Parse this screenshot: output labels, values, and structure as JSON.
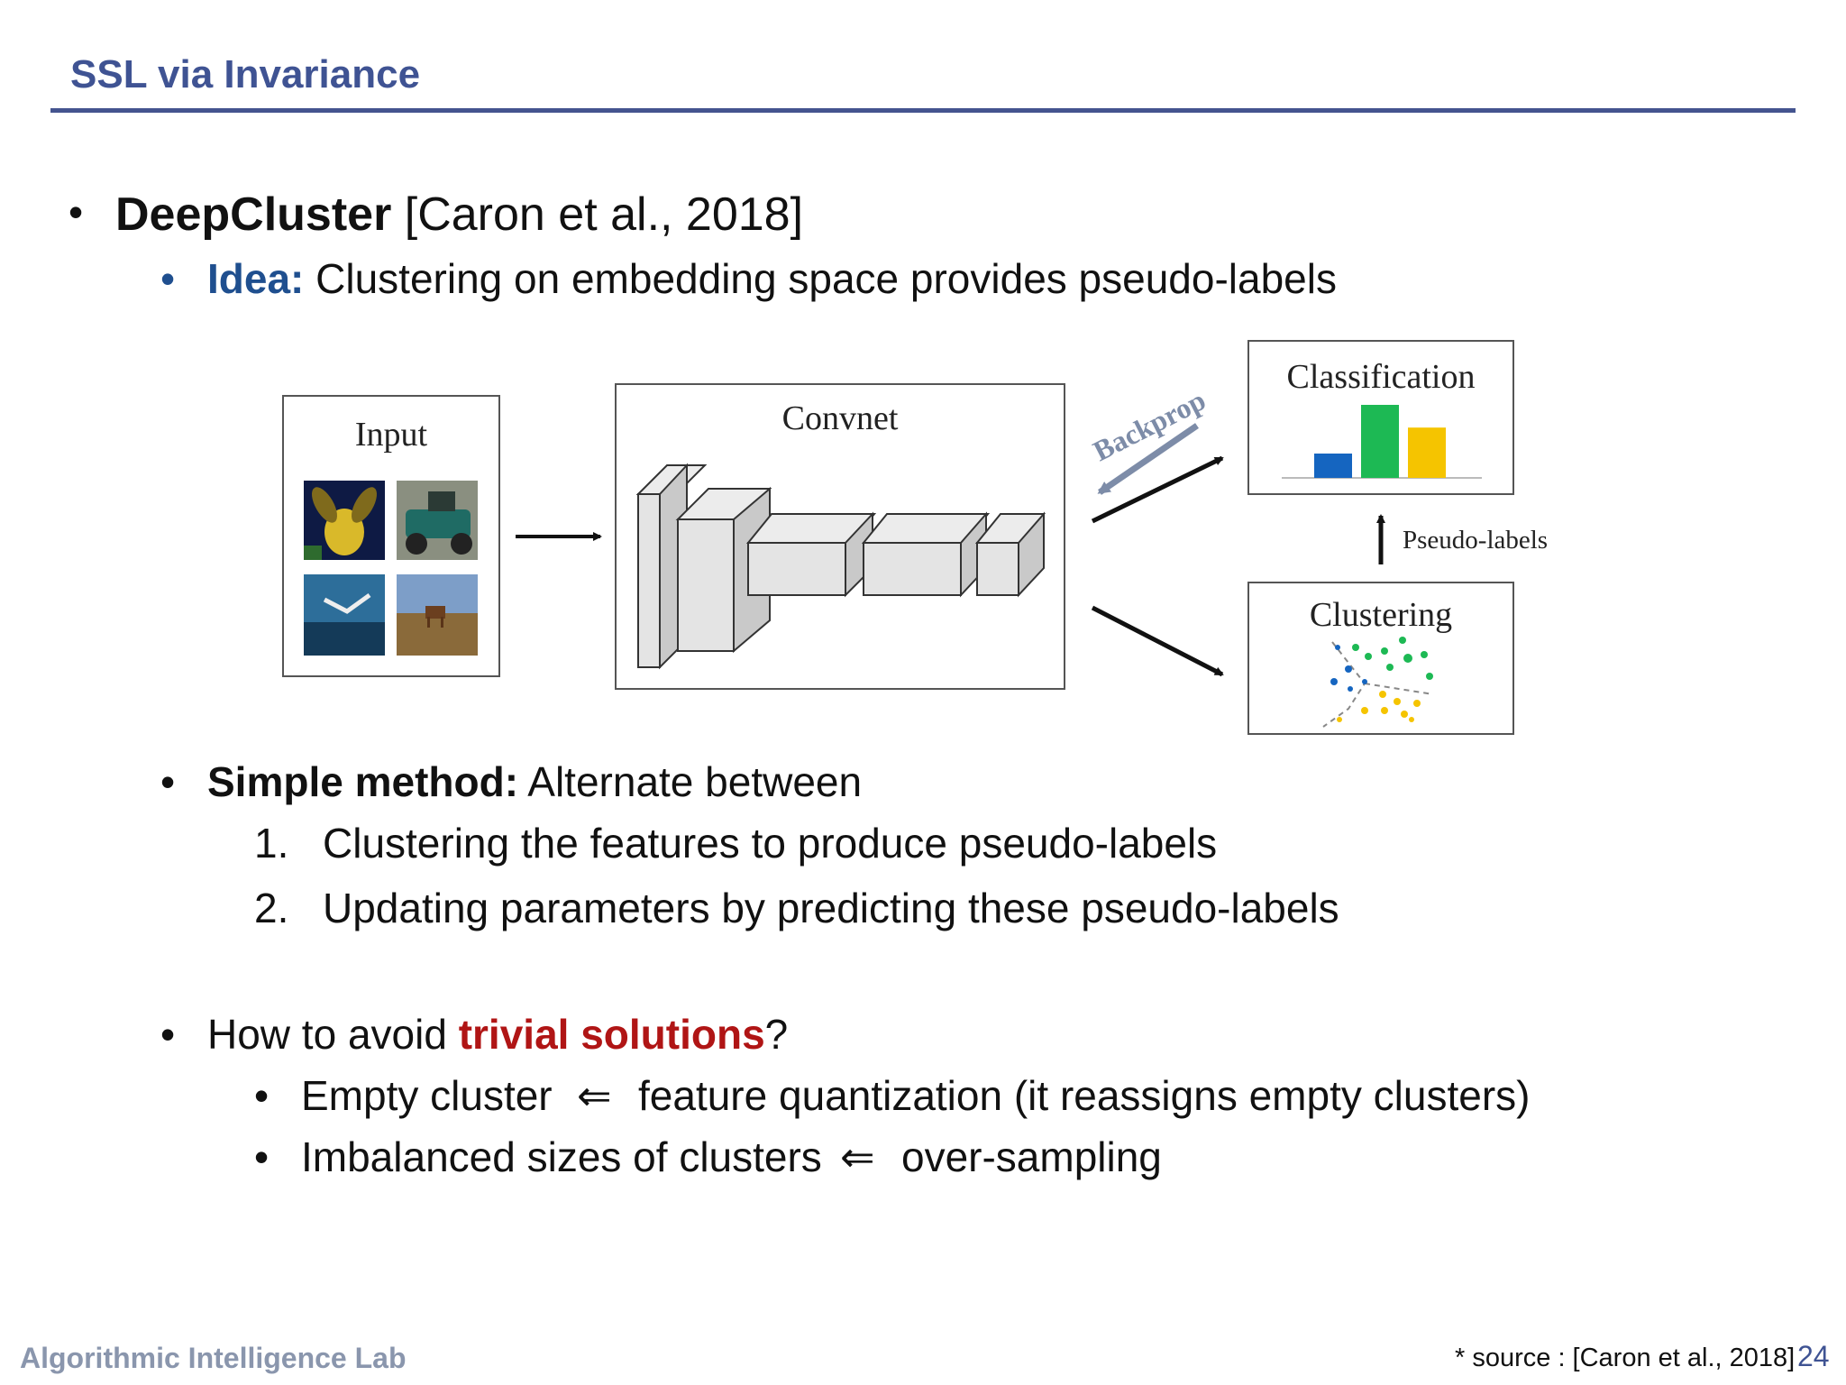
{
  "slide": {
    "title": "SSL via Invariance",
    "bullet1": {
      "bold": "DeepCluster",
      "rest": " [Caron et al., 2018]"
    },
    "idea": {
      "label": "Idea:",
      "text": " Clustering on embedding space provides pseudo-labels"
    },
    "simple": {
      "label": "Simple method:",
      "text": " Alternate between"
    },
    "steps": [
      {
        "num": "1.",
        "text": "Clustering the features to produce pseudo-labels"
      },
      {
        "num": "2.",
        "text": "Updating parameters by predicting these pseudo-labels"
      }
    ],
    "avoid": {
      "pre": "How to avoid ",
      "red": "trivial solutions",
      "post": "?"
    },
    "sub": [
      {
        "left": "Empty cluster",
        "arrow": "⇐",
        "right": "feature quantization (it reassigns empty clusters)"
      },
      {
        "left": "Imbalanced sizes of clusters",
        "arrow": "⇐",
        "right": "over-sampling"
      }
    ]
  },
  "diagram": {
    "input_label": "Input",
    "convnet_label": "Convnet",
    "backprop_label": "Backprop",
    "classification_label": "Classification",
    "pseudo_labels_label": "Pseudo-labels",
    "clustering_label": "Clustering",
    "bar_colors": [
      "#1565c0",
      "#1db954",
      "#f5c400"
    ],
    "bar_values": [
      0.3,
      0.9,
      0.62
    ]
  },
  "footer": {
    "lab": "Algorithmic Intelligence Lab",
    "source": "* source : [Caron et al., 2018]",
    "page": "24"
  }
}
